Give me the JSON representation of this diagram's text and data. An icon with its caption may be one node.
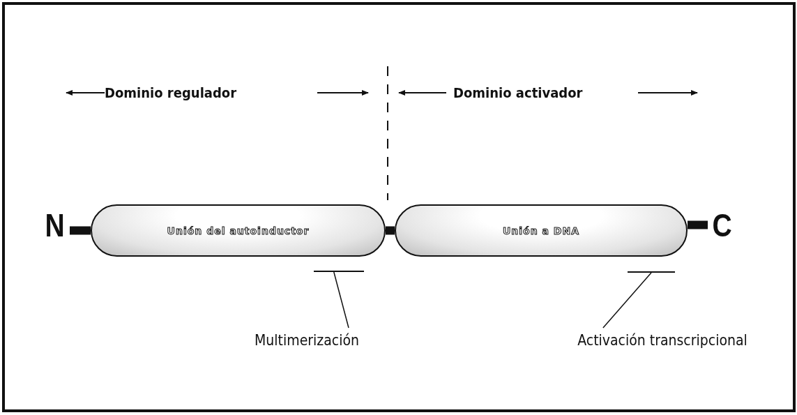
{
  "diagram": {
    "nodes": [
      {
        "text": [
          "N"
        ]
      },
      {
        "text": [
          "Unión del autoinductor"
        ]
      },
      {
        "text": [
          "Unión a DNA"
        ]
      },
      {
        "text": [
          "C"
        ]
      },
      {
        "text": [
          "Multimerización"
        ]
      },
      {
        "text": [],
        "shape": "bar"
      },
      {
        "text": [
          "Activación transcripcional"
        ]
      },
      {
        "text": [],
        "shape": "bar"
      }
    ],
    "edges": [
      {
        "from": 0,
        "to": 1,
        "arrow": "none"
      },
      {
        "from": 1,
        "to": 2,
        "arrow": "none"
      },
      {
        "from": 2,
        "to": 3,
        "arrow": "none"
      },
      {
        "from": 4,
        "to": 5,
        "arrow": "none"
      },
      {
        "from": 6,
        "to": 7,
        "arrow": "none"
      }
    ],
    "labels": [
      "Dominio regulador",
      "Dominio activador"
    ]
  }
}
